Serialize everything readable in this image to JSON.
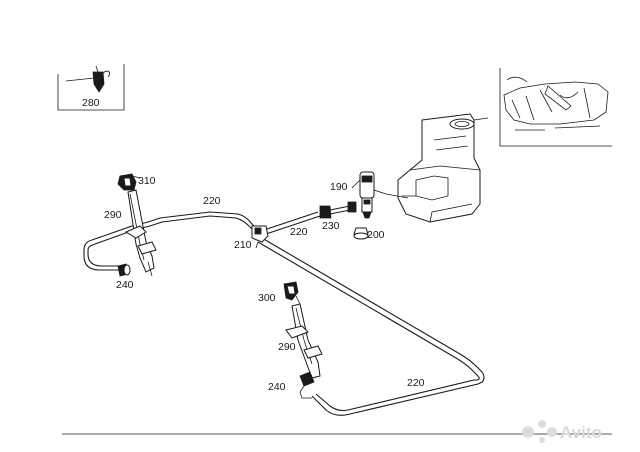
{
  "diagram": {
    "labels": {
      "inset_clip": "280",
      "hose_top_left": "220",
      "hose_mid_a": "220",
      "hose_bottom": "220",
      "nozzle_left_top": "310",
      "bracket_left": "290",
      "elbow_left": "240",
      "t_connector": "210",
      "pump": "190",
      "pump_hose": "230",
      "pump_grommet": "200",
      "nozzle_right_top": "300",
      "bracket_right": "290",
      "elbow_right": "240"
    },
    "watermark": {
      "text": "Avito"
    }
  }
}
